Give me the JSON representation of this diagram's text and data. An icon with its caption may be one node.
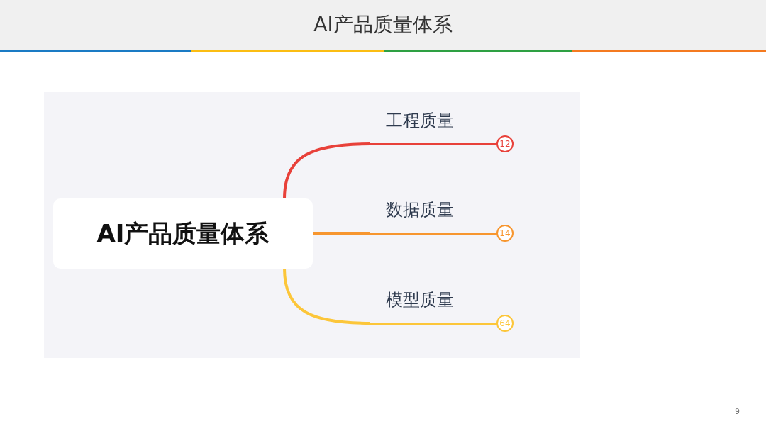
{
  "diagram": {
    "title": "AI产品质量体系",
    "nodes": [
      {
        "text": [
          "AI产品质量体系"
        ]
      },
      {
        "text": [
          "工程质量",
          "12"
        ]
      },
      {
        "text": [
          "数据质量",
          "14"
        ]
      },
      {
        "text": [
          "模型质量",
          "64"
        ]
      }
    ],
    "edges": [
      {
        "from": 0,
        "to": 1,
        "arrow": "none",
        "color": "#e8413a"
      },
      {
        "from": 0,
        "to": 2,
        "arrow": "none",
        "color": "#f7962f"
      },
      {
        "from": 0,
        "to": 3,
        "arrow": "none",
        "color": "#fcc63a"
      }
    ],
    "labels": [
      "9"
    ]
  }
}
